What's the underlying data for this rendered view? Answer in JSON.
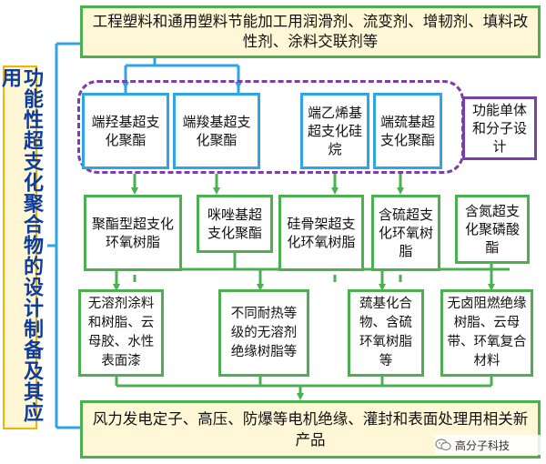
{
  "diagram": {
    "title": "功能性超支化聚合物的设计制备及其应用",
    "top": "工程塑料和通用塑料节能加工用润滑剂、流变剂、增韧剂、填料改性剂、涂料交联剂等",
    "synthesis": [
      "端羟基超支化聚酯",
      "端羧基超支化聚酯",
      "端乙烯基超支化硅烷",
      "端巯基超支化聚酯"
    ],
    "design": "功能单体和分子设计",
    "resins": [
      "聚酯型超支化环氧树脂",
      "咪唑基超支化聚酯",
      "硅骨架超支化环氧树脂",
      "含硫超支化环氧树脂",
      "含氮超支化聚磷酸酯"
    ],
    "applications": [
      "无溶剂涂料和树脂、云母胶、水性表面漆",
      "不同耐热等级的无溶剂绝缘树脂等",
      "巯基化合物、含硫环氧树脂等",
      "无卤阻燃绝缘树脂、云母带、环氧复合材料"
    ],
    "bottom": "风力发电定子、高压、防爆等电机绝缘、灌封和表面处理用相关新产品"
  },
  "watermark": {
    "text": "高分子科技",
    "icon": "wechat-icon"
  },
  "colors": {
    "green": "#4caf50",
    "blue": "#2fa4e7",
    "purple": "#7b3fa8",
    "title_border": "#f5b301",
    "title_text": "#0d3c9e",
    "fill": "#fff7d6"
  }
}
